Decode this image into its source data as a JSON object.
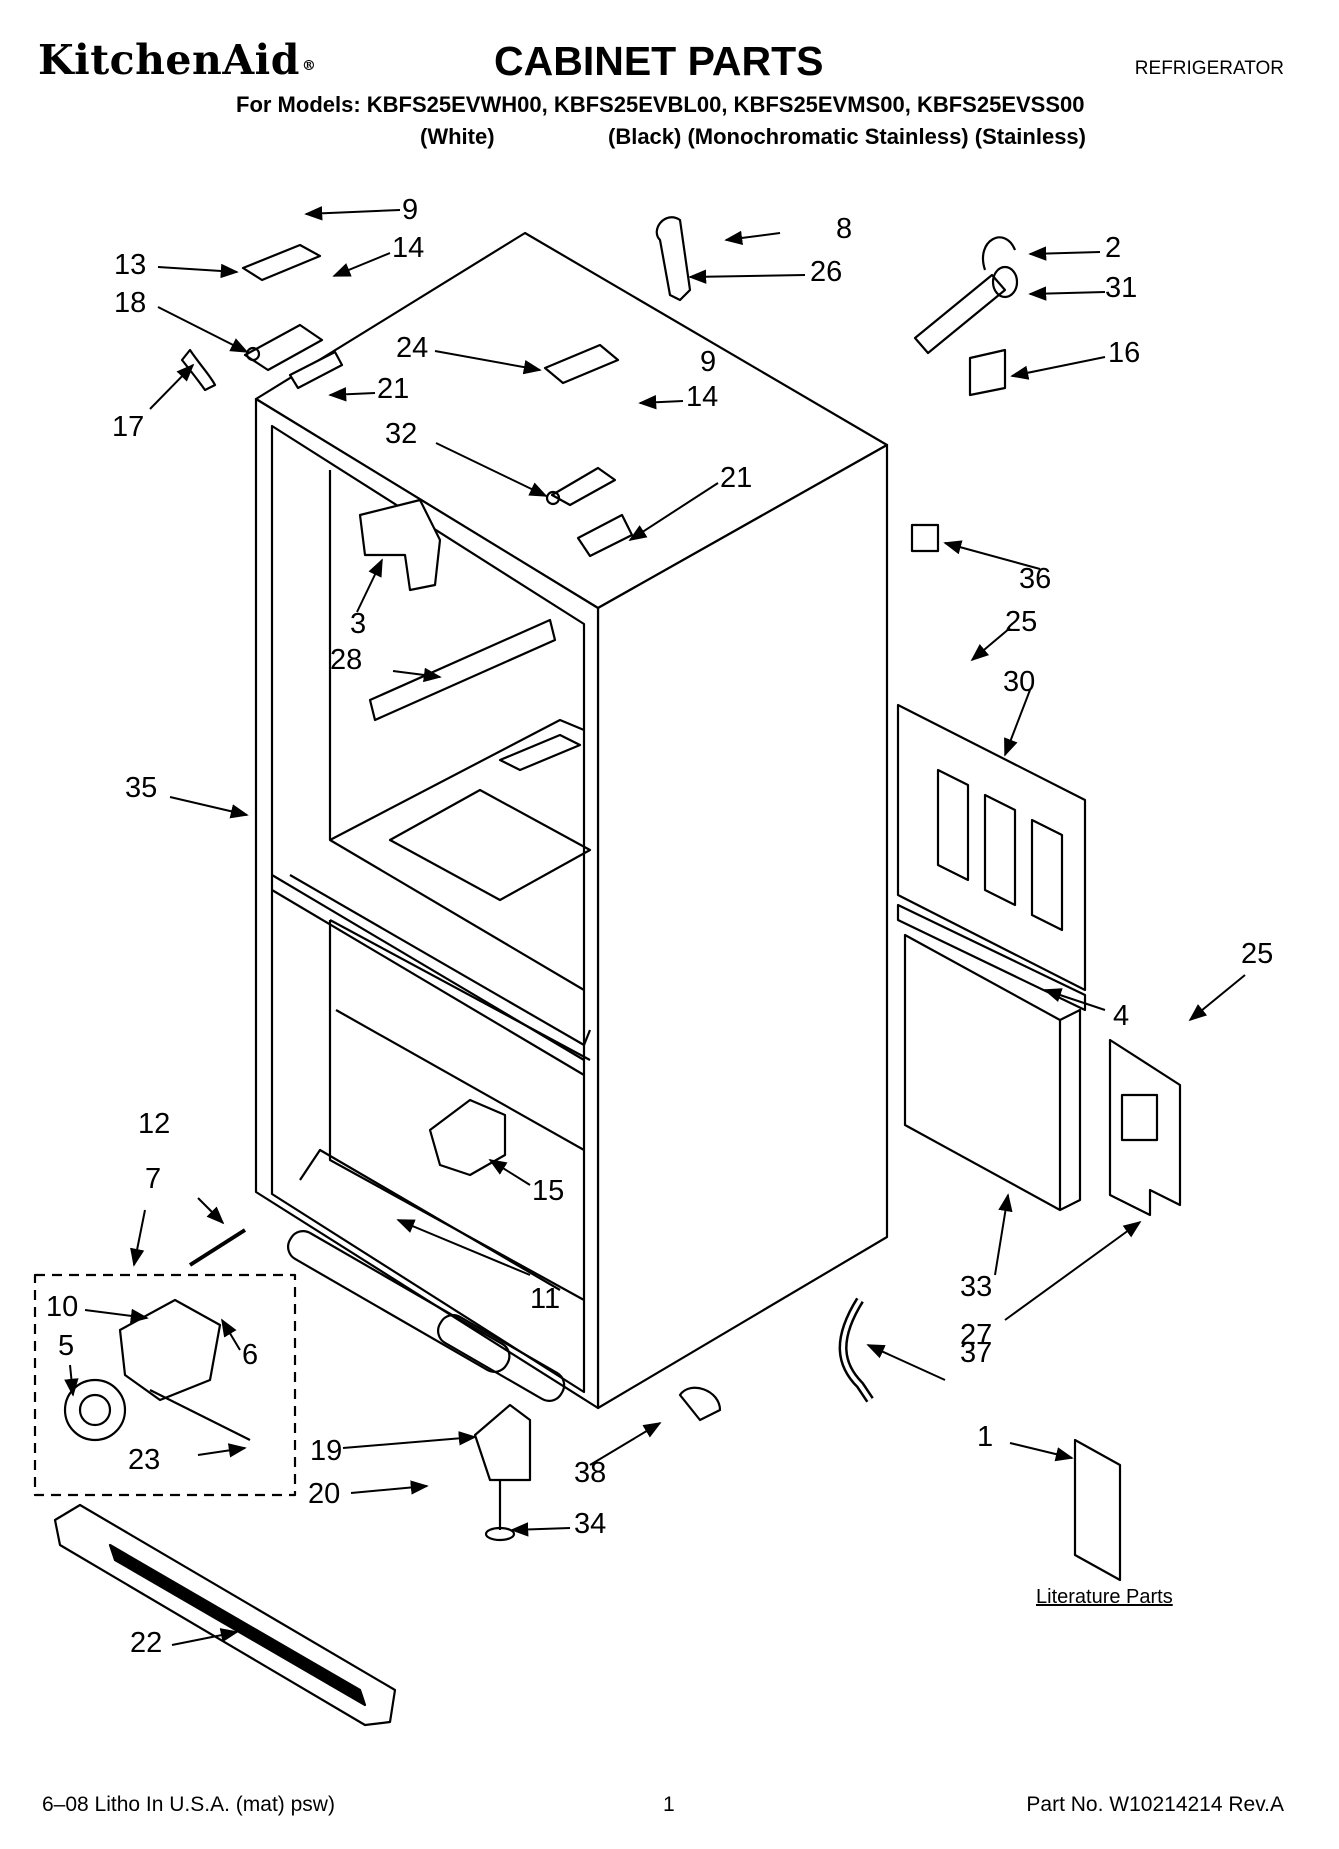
{
  "header": {
    "brand": "KitchenAid",
    "brand_mark": "®",
    "title": "CABINET PARTS",
    "appliance": "REFRIGERATOR",
    "models_line": "For Models: KBFS25EVWH00, KBFS25EVBL00, KBFS25EVMS00, KBFS25EVSS00",
    "finishes": [
      "(White)",
      "(Black) (Monochromatic Stainless) (Stainless)"
    ]
  },
  "callouts": [
    "9",
    "8",
    "2",
    "13",
    "14",
    "26",
    "31",
    "18",
    "9",
    "16",
    "24",
    "21",
    "14",
    "17",
    "32",
    "21",
    "36",
    "3",
    "25",
    "28",
    "30",
    "35",
    "25",
    "4",
    "12",
    "15",
    "7",
    "33",
    "11",
    "10",
    "27",
    "5",
    "6",
    "37",
    "23",
    "19",
    "38",
    "1",
    "20",
    "34",
    "22"
  ],
  "literature_label": "Literature Parts",
  "footer": {
    "left": "6–08 Litho In U.S.A. (mat)  psw)",
    "page": "1",
    "part_no": "Part No. W10214214 Rev.A"
  }
}
